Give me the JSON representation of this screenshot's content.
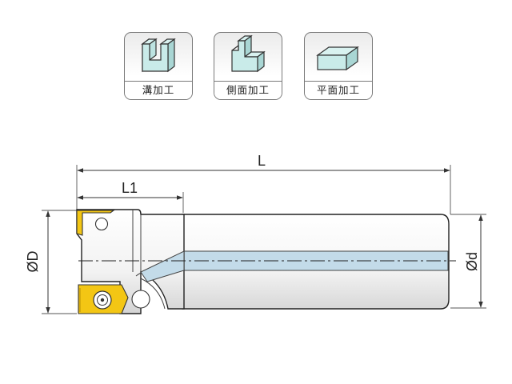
{
  "machining_types": [
    {
      "label": "溝加工"
    },
    {
      "label": "側面加工"
    },
    {
      "label": "平面加工"
    }
  ],
  "dimensions": {
    "overall_length": "L",
    "head_length": "L1",
    "cutting_diameter": "ØD",
    "shank_diameter": "Ød"
  },
  "colors": {
    "insert": "#f3c614",
    "coolant_channel": "#c3dbe9",
    "workpiece": "#c9ebe9",
    "body_light": "#fcfcfc",
    "body_shade": "#dcdcdc"
  }
}
